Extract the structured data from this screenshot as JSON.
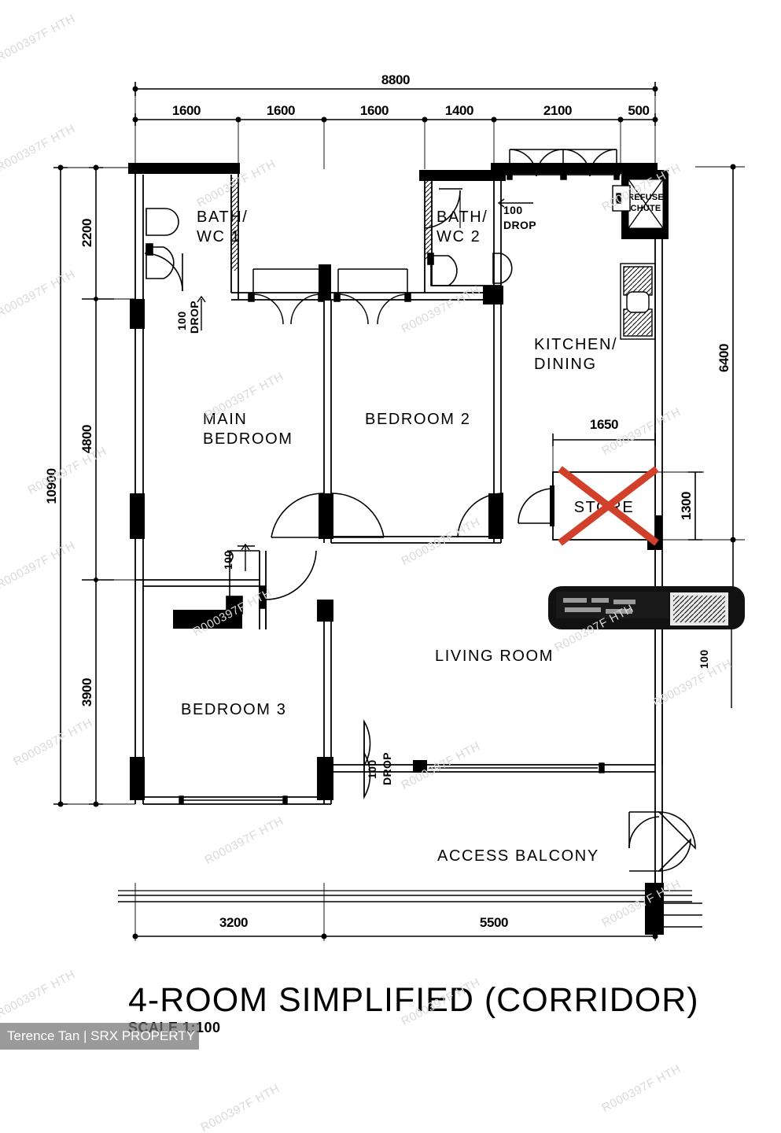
{
  "document": {
    "type": "floor-plan",
    "title": "4-ROOM SIMPLIFIED (CORRIDOR)",
    "scale_label": "SCALE",
    "scale_value": "1:100",
    "watermark_text": "R000397F HTH",
    "credit": "Terence Tan | SRX PROPERTY"
  },
  "rooms": [
    {
      "id": "bath-wc-1",
      "label_line1": "BATH/",
      "label_line2": "WC 1"
    },
    {
      "id": "bath-wc-2",
      "label_line1": "BATH/",
      "label_line2": "WC 2"
    },
    {
      "id": "main-bedroom",
      "label_line1": "MAIN",
      "label_line2": "BEDROOM"
    },
    {
      "id": "bedroom-2",
      "label_line1": "BEDROOM 2",
      "label_line2": ""
    },
    {
      "id": "bedroom-3",
      "label_line1": "BEDROOM 3",
      "label_line2": ""
    },
    {
      "id": "kitchen-dining",
      "label_line1": "KITCHEN/",
      "label_line2": "DINING"
    },
    {
      "id": "living-room",
      "label_line1": "LIVING ROOM",
      "label_line2": ""
    },
    {
      "id": "store",
      "label_line1": "STORE",
      "label_line2": ""
    },
    {
      "id": "access-balcony",
      "label_line1": "ACCESS BALCONY",
      "label_line2": ""
    },
    {
      "id": "refuse-chute",
      "label_line1": "REFUSE",
      "label_line2": "CHUTE"
    }
  ],
  "dimensions": {
    "top_overall": "8800",
    "top_segments": [
      "1600",
      "1600",
      "1600",
      "1400",
      "2100",
      "500"
    ],
    "left_overall": "10900",
    "left_segments": [
      "2200",
      "4800",
      "3900"
    ],
    "right_overall": "6400",
    "right_segments": [
      "1300"
    ],
    "bottom_segments": [
      "3200",
      "5500"
    ],
    "store_width": "1650",
    "store_depth": "1300"
  },
  "annotations": {
    "drop_bath1": {
      "value": "100",
      "unit_label": "DROP"
    },
    "drop_bath2": {
      "value": "100",
      "unit_label": "DROP"
    },
    "drop_bedroom3": {
      "value": "100",
      "unit_label": ""
    },
    "drop_entrance": {
      "value": "100",
      "unit_label": "DROP"
    },
    "drop_balcony_right": {
      "value": "100",
      "unit_label": ""
    }
  },
  "markings": {
    "store_crossed_out": true,
    "store_cross_color": "#d1402a",
    "refuse_chute_crossed_out": true
  },
  "colors": {
    "line": "#000000",
    "wall_fill": "#000000",
    "background": "#ffffff",
    "watermark": "#d9d9d9",
    "credit_bar": "#737373",
    "accent_red": "#d1402a"
  }
}
